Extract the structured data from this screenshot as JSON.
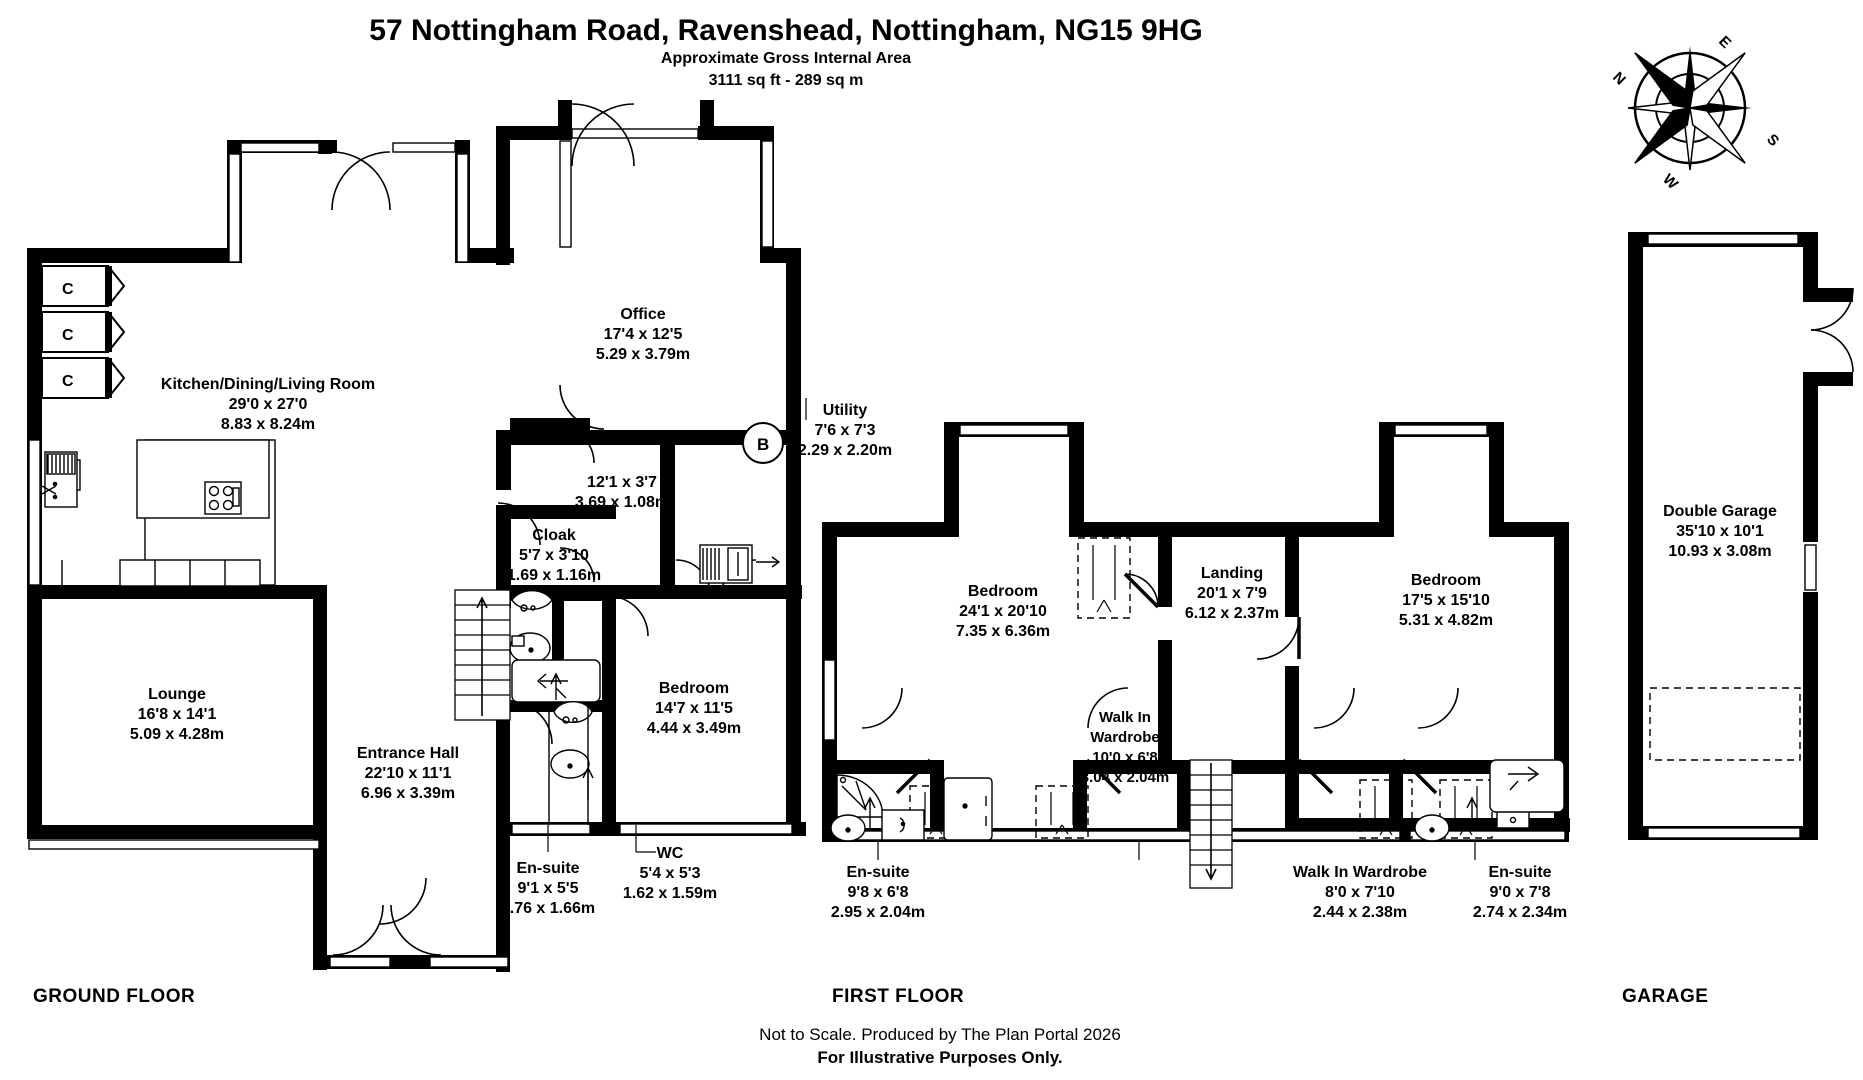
{
  "header": {
    "title": "57 Nottingham Road, Ravenshead, Nottingham, NG15 9HG",
    "subtitle": "Approximate Gross Internal Area",
    "area": "3111 sq ft - 289 sq m"
  },
  "compass": {
    "name": "compass-rose",
    "north": "N",
    "east": "E",
    "south": "S",
    "west": "W"
  },
  "floors": {
    "ground": "GROUND FLOOR",
    "first": "FIRST FLOOR",
    "garage": "GARAGE"
  },
  "footer": {
    "line1": "Not to Scale. Produced by The Plan Portal 2026",
    "line2": "For Illustrative Purposes Only."
  },
  "ground_rooms": [
    {
      "name": "Kitchen/Dining/Living Room",
      "imperial": "29'0 x 27'0",
      "metric": "8.83 x 8.24m"
    },
    {
      "name": "Office",
      "imperial": "17'4 x 12'5",
      "metric": "5.29 x 3.79m"
    },
    {
      "name": "Utility",
      "imperial": "7'6 x 7'3",
      "metric": "2.29 x 2.20m"
    },
    {
      "name": "",
      "imperial": "12'1 x 3'7",
      "metric": "3.69 x 1.08m"
    },
    {
      "name": "Cloak",
      "imperial": "5'7 x 3'10",
      "metric": "1.69 x 1.16m"
    },
    {
      "name": "Lounge",
      "imperial": "16'8 x 14'1",
      "metric": "5.09 x 4.28m"
    },
    {
      "name": "Entrance Hall",
      "imperial": "22'10 x 11'1",
      "metric": "6.96 x 3.39m"
    },
    {
      "name": "Bedroom",
      "imperial": "14'7 x 11'5",
      "metric": "4.44 x 3.49m"
    },
    {
      "name": "En-suite",
      "imperial": "9'1 x 5'5",
      "metric": "2.76 x 1.66m"
    },
    {
      "name": "WC",
      "imperial": "5'4 x 5'3",
      "metric": "1.62 x 1.59m"
    }
  ],
  "first_rooms": [
    {
      "name": "Bedroom",
      "imperial": "24'1 x 20'10",
      "metric": "7.35 x 6.36m"
    },
    {
      "name": "Landing",
      "imperial": "20'1 x 7'9",
      "metric": "6.12 x 2.37m"
    },
    {
      "name": "Bedroom",
      "imperial": "17'5 x 15'10",
      "metric": "5.31 x 4.82m"
    },
    {
      "name": "Walk In Wardrobe",
      "imperial": "10'0 x 6'8",
      "metric": "3.04 x 2.04m"
    },
    {
      "name": "En-suite",
      "imperial": "9'8 x 6'8",
      "metric": "2.95 x 2.04m"
    },
    {
      "name": "Walk In Wardrobe",
      "imperial": "8'0 x 7'10",
      "metric": "2.44 x 2.38m"
    },
    {
      "name": "En-suite",
      "imperial": "9'0 x 7'8",
      "metric": "2.74 x 2.34m"
    }
  ],
  "garage_room": {
    "name": "Double Garage",
    "imperial": "35'10 x 10'1",
    "metric": "10.93 x 3.08m"
  },
  "markers": {
    "cupboard": "C",
    "boiler": "B"
  },
  "colors": {
    "wall": "#000000",
    "fill": "#ffffff",
    "thin": "#555555"
  }
}
